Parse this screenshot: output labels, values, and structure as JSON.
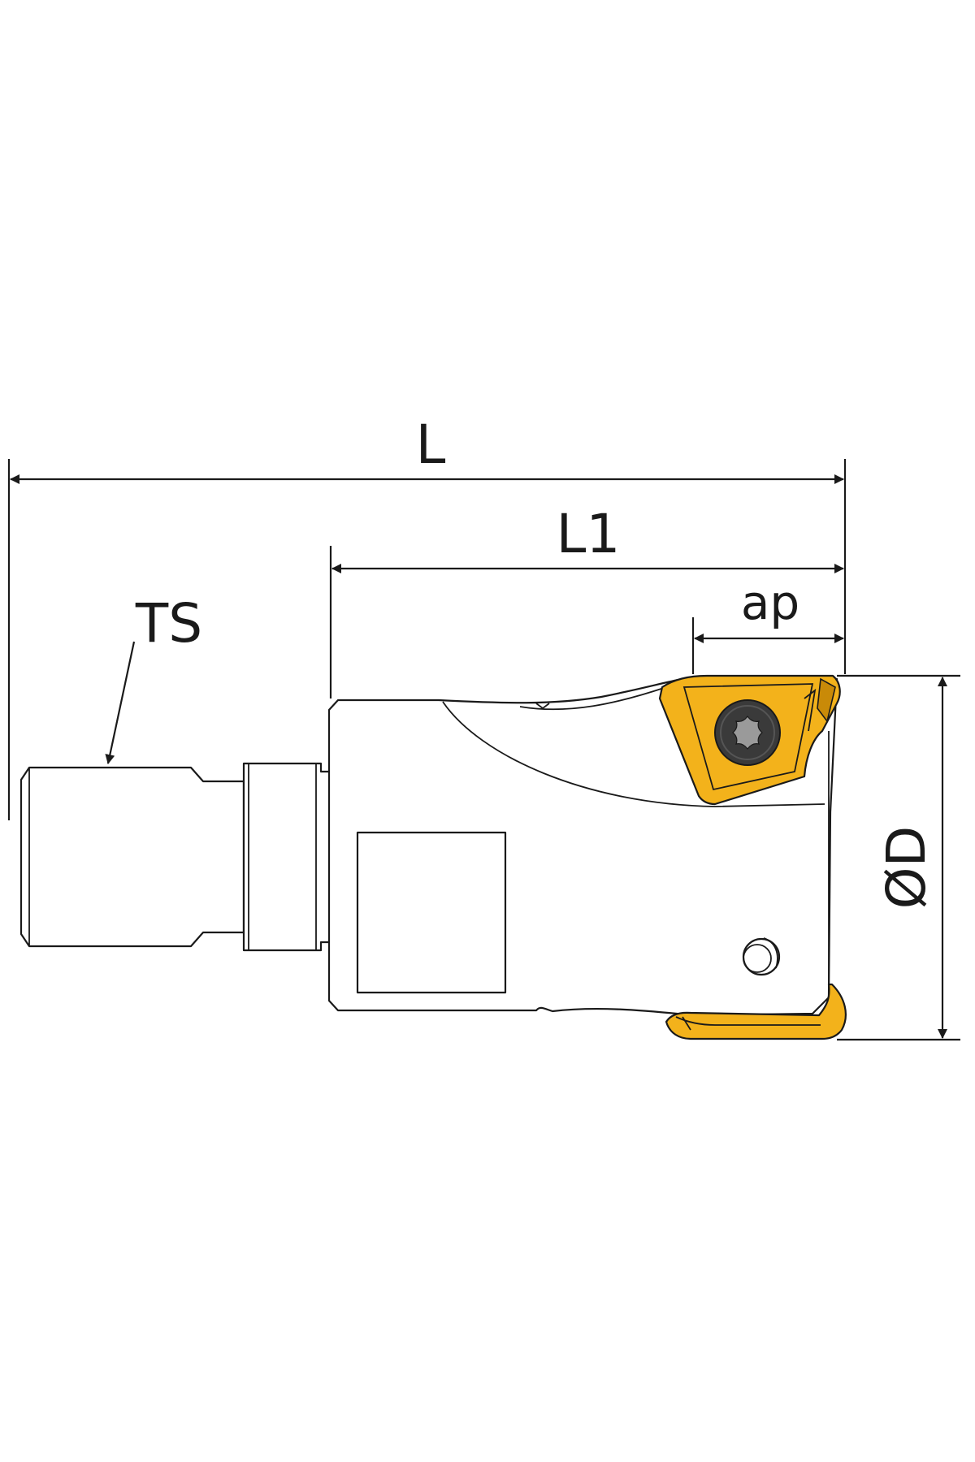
{
  "labels": {
    "L": "L",
    "L1": "L1",
    "ap": "ap",
    "TS": "TS",
    "D": "ØD"
  },
  "colors": {
    "insert": "#f3b21b",
    "line": "#1a1a1a",
    "screw": "#3a3a3a"
  }
}
